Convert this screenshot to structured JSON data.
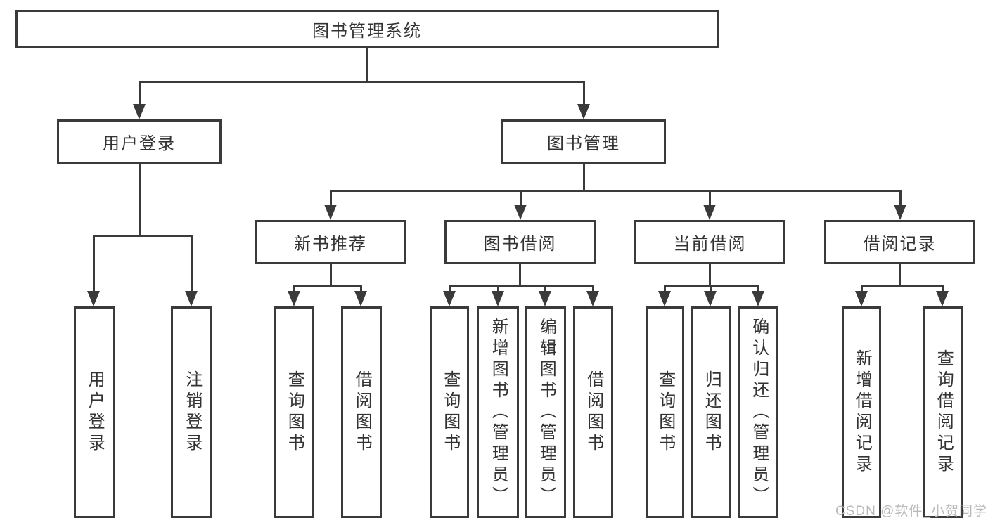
{
  "tree": {
    "root": "图书管理系统",
    "login": {
      "label": "用户登录",
      "leaves": [
        "用户登录",
        "注销登录"
      ]
    },
    "management": {
      "label": "图书管理",
      "modules": [
        {
          "label": "新书推荐",
          "leaves": [
            "查询图书",
            "借阅图书"
          ]
        },
        {
          "label": "图书借阅",
          "leaves": [
            "查询图书",
            "新增图书（管理员）",
            "编辑图书（管理员）",
            "借阅图书"
          ]
        },
        {
          "label": "当前借阅",
          "leaves": [
            "查询图书",
            "归还图书",
            "确认归还（管理员）"
          ]
        },
        {
          "label": "借阅记录",
          "leaves": [
            "新增借阅记录",
            "查询借阅记录"
          ]
        }
      ]
    }
  },
  "watermark": "CSDN @软件_小贺同学",
  "colors": {
    "line": "#3a3a3a",
    "border": "#3a3a3a",
    "text": "#333333",
    "watermark": "#b9b9b9",
    "background": "#ffffff"
  }
}
